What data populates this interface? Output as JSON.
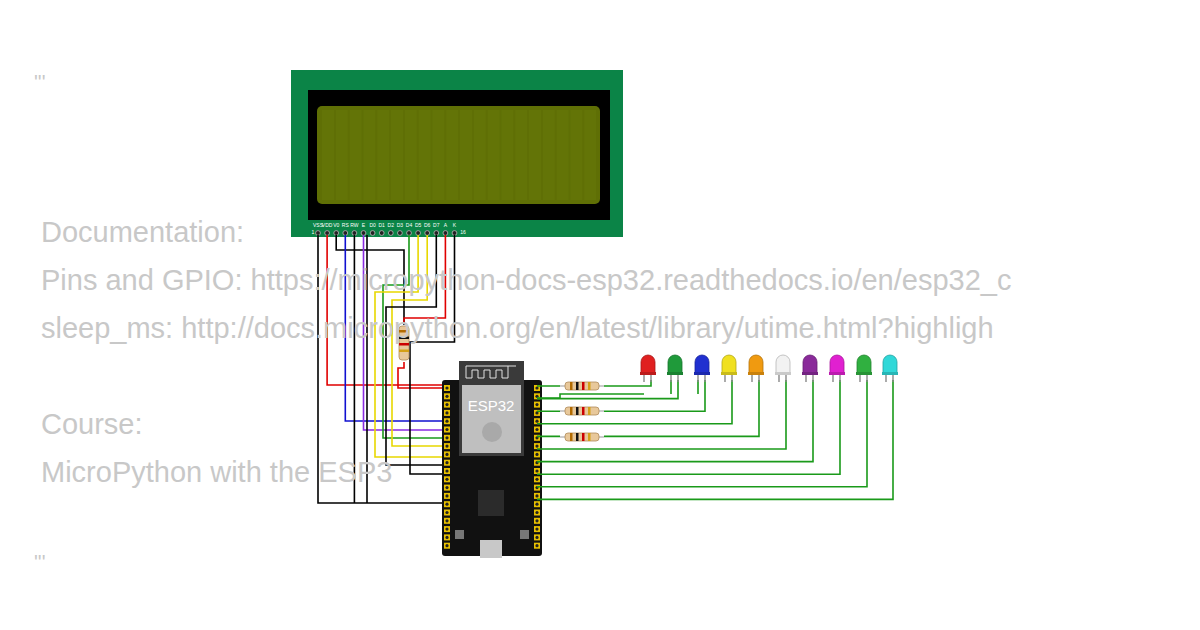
{
  "diagram": {
    "nodes": [
      {
        "text": [
          "ESP32"
        ]
      }
    ],
    "labels": [
      "'''",
      "Documentation:",
      "Pins and GPIO: https://micropython-docs-esp32.readthedocs.io/en/esp32_c",
      "sleep_ms: http://docs.micropython.org/en/latest/library/utime.html?highligh",
      "Course:",
      "MicroPython with the ESP3",
      "'''",
      "VSS",
      "VDD",
      "V0",
      "RS",
      "RW",
      "E",
      "D0",
      "D1",
      "D2",
      "D3",
      "D4",
      "D5",
      "D6",
      "D7",
      "A",
      "K",
      "1",
      "16"
    ]
  }
}
